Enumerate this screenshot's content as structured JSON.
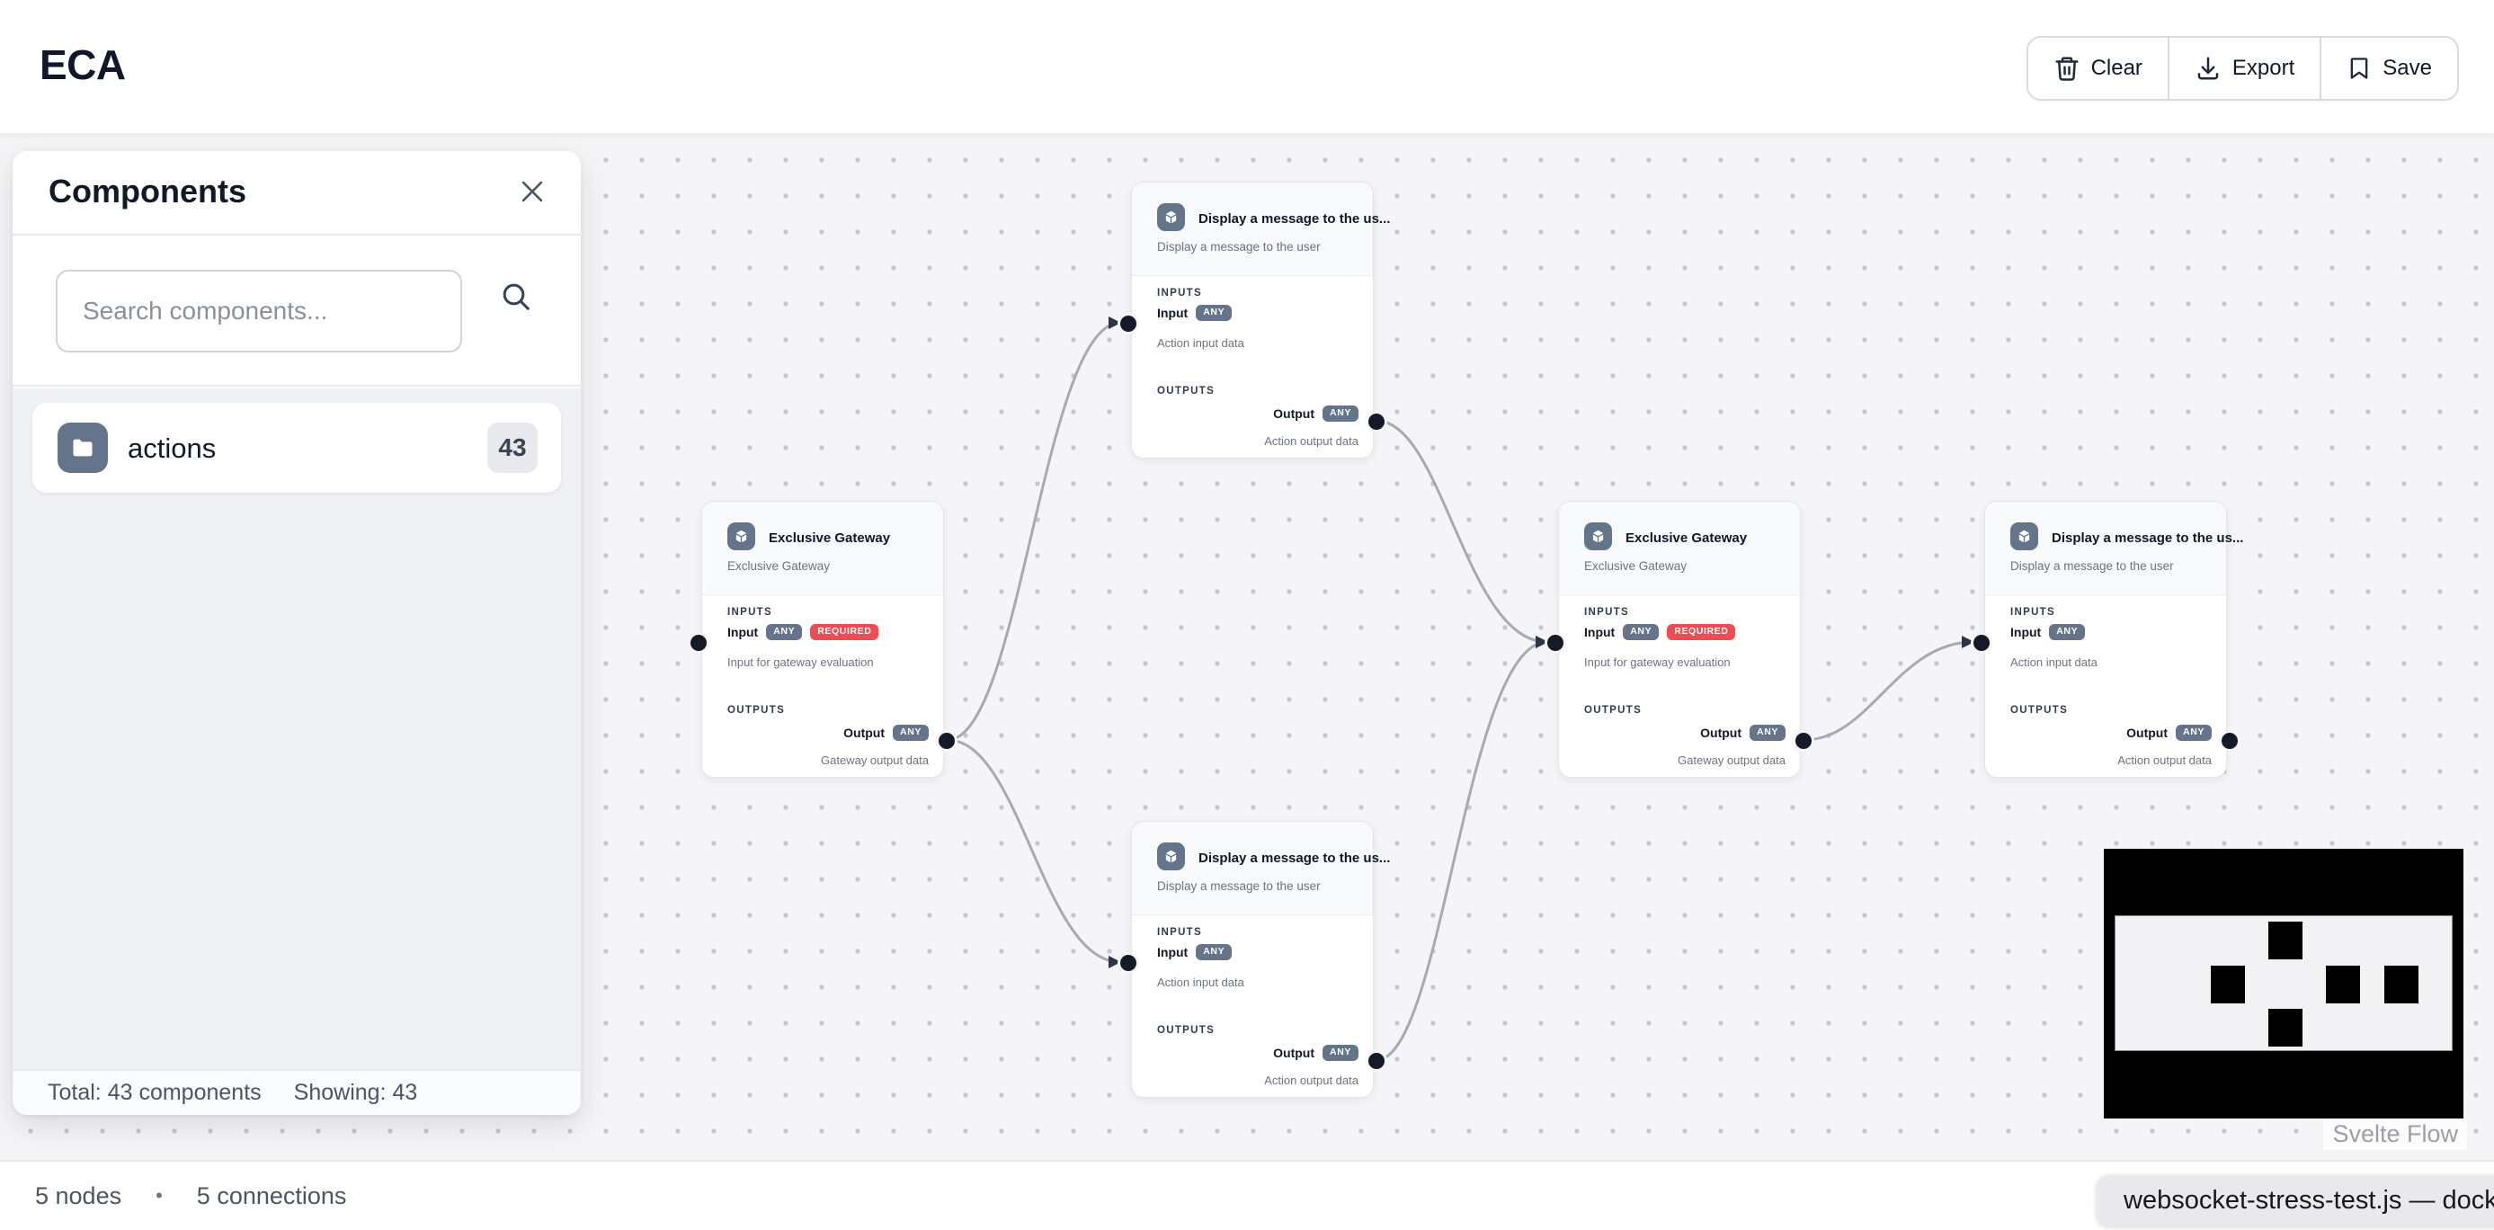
{
  "header": {
    "title": "ECA",
    "actions": [
      {
        "label": "Clear",
        "icon": "trash-icon"
      },
      {
        "label": "Export",
        "icon": "download-icon"
      },
      {
        "label": "Save",
        "icon": "bookmark-icon"
      }
    ]
  },
  "components_panel": {
    "title": "Components",
    "search_placeholder": "Search components...",
    "items": [
      {
        "label": "actions",
        "count": "43",
        "icon": "folder-icon"
      }
    ],
    "footer_total": "Total: 43 components",
    "footer_showing": "Showing: 43"
  },
  "canvas": {
    "section_labels": {
      "inputs": "INPUTS",
      "outputs": "OUTPUTS"
    },
    "nodes": [
      {
        "id": "exclusive-gateway-left",
        "title": "Exclusive Gateway",
        "subtitle": "Exclusive Gateway",
        "input": {
          "name": "Input",
          "badges": [
            "ANY",
            "REQUIRED"
          ],
          "desc": "Input for gateway evaluation"
        },
        "output": {
          "name": "Output",
          "badges": [
            "ANY"
          ],
          "desc": "Gateway output data"
        }
      },
      {
        "id": "display-message-top",
        "title": "Display a message to the us...",
        "subtitle": "Display a message to the user",
        "input": {
          "name": "Input",
          "badges": [
            "ANY"
          ],
          "desc": "Action input data"
        },
        "output": {
          "name": "Output",
          "badges": [
            "ANY"
          ],
          "desc": "Action output data"
        }
      },
      {
        "id": "display-message-bottom",
        "title": "Display a message to the us...",
        "subtitle": "Display a message to the user",
        "input": {
          "name": "Input",
          "badges": [
            "ANY"
          ],
          "desc": "Action input data"
        },
        "output": {
          "name": "Output",
          "badges": [
            "ANY"
          ],
          "desc": "Action output data"
        }
      },
      {
        "id": "exclusive-gateway-right",
        "title": "Exclusive Gateway",
        "subtitle": "Exclusive Gateway",
        "input": {
          "name": "Input",
          "badges": [
            "ANY",
            "REQUIRED"
          ],
          "desc": "Input for gateway evaluation"
        },
        "output": {
          "name": "Output",
          "badges": [
            "ANY"
          ],
          "desc": "Gateway output data"
        }
      },
      {
        "id": "display-message-right",
        "title": "Display a message to the us...",
        "subtitle": "Display a message to the user",
        "input": {
          "name": "Input",
          "badges": [
            "ANY"
          ],
          "desc": "Action input data"
        },
        "output": {
          "name": "Output",
          "badges": [
            "ANY"
          ],
          "desc": "Action output data"
        }
      }
    ],
    "attribution": "Svelte Flow"
  },
  "status_bar": {
    "nodes_label": "5 nodes",
    "separator": "•",
    "connections_label": "5 connections"
  },
  "tooltip": {
    "text": "websocket-stress-test.js — dock"
  },
  "colors": {
    "node_icon_bg": "#64748b",
    "badge_any": "#64748b",
    "badge_required": "#ef4b52",
    "handle": "#151a28",
    "edge": "#a6aab1",
    "canvas_bg": "#f5f5f7"
  }
}
